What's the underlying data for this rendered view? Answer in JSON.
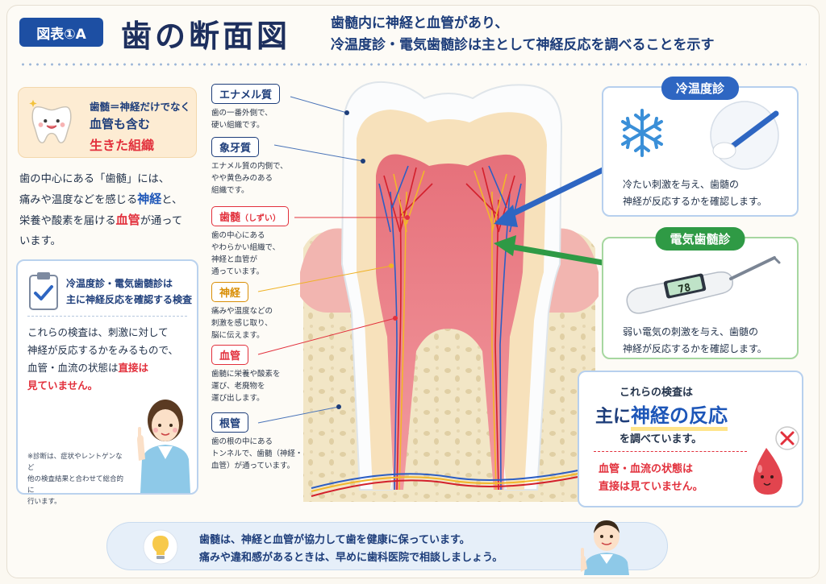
{
  "header": {
    "badge": "図表①A",
    "title": "歯の断面図",
    "subtitle_l1": "歯髄内に神経と血管があり、",
    "subtitle_l2": "冷温度診・電気歯髄診は主として神経反応を調べることを示す"
  },
  "peach_card": {
    "line1": "歯髄＝神経だけでなく",
    "line2": "血管も含む",
    "line3": "生きた組織"
  },
  "intro": {
    "p1": "歯の中心にある「歯髄」には、",
    "p2a": "痛みや温度などを感じる",
    "p2b": "神経",
    "p2c": "と、",
    "p3a": "栄養や酸素を届ける",
    "p3b": "血管",
    "p3c": "が通って",
    "p4": "います。"
  },
  "check_card": {
    "heading_l1": "冷温度診・電気歯髄診は",
    "heading_l2": "主に神経反応を確認する検査",
    "body_l1": "これらの検査は、刺激に対して",
    "body_l2": "神経が反応するかをみるもので、",
    "body_l3a": "血管・血流の状態は",
    "body_l3b": "直接は",
    "body_l4": "見ていません。",
    "note_l1": "※診断は、症状やレントゲンなど",
    "note_l2": "他の検査結果と合わせて総合的に",
    "note_l3": "行います。"
  },
  "labels": [
    {
      "tag": "エナメル質",
      "desc_l1": "歯の一番外側で、",
      "desc_l2": "硬い組織です。",
      "desc_l3": "",
      "desc_l4": ""
    },
    {
      "tag": "象牙質",
      "desc_l1": "エナメル質の内側で、",
      "desc_l2": "やや黄色みのある",
      "desc_l3": "組織です。",
      "desc_l4": ""
    },
    {
      "tag": "歯髄",
      "tag_small": "（しずい）",
      "desc_l1": "歯の中心にある",
      "desc_l2": "やわらかい組織で、",
      "desc_l3": "神経と血管が",
      "desc_l4": "通っています。"
    },
    {
      "tag": "神経",
      "desc_l1": "痛みや温度などの",
      "desc_l2": "刺激を感じ取り、",
      "desc_l3": "脳に伝えます。",
      "desc_l4": ""
    },
    {
      "tag": "血管",
      "desc_l1": "歯髄に栄養や酸素を",
      "desc_l2": "運び、老廃物を",
      "desc_l3": "運び出します。",
      "desc_l4": ""
    },
    {
      "tag": "根管",
      "desc_l1": "歯の根の中にある",
      "desc_l2": "トンネルで、歯髄（神経・",
      "desc_l3": "血管）が通っています。",
      "desc_l4": ""
    }
  ],
  "cold_card": {
    "title": "冷温度診",
    "text_l1": "冷たい刺激を与え、歯髄の",
    "text_l2": "神経が反応するかを確認します。"
  },
  "elec_card": {
    "title": "電気歯髄診",
    "display": "78",
    "text_l1": "弱い電気の刺激を与え、歯髄の",
    "text_l2": "神経が反応するかを確認します。"
  },
  "main_card": {
    "a": "これらの検査は",
    "b_pre": "主に",
    "b_big": "神経の反応",
    "c": "を調べています。",
    "d_l1": "血管・血流の状態は",
    "d_l2": "直接は見ていません。"
  },
  "footer": {
    "l1": "歯髄は、神経と血管が協力して歯を健康に保っています。",
    "l2": "痛みや違和感があるときは、早めに歯科医院で相談しましょう。"
  },
  "colors": {
    "navy": "#1d3d7a",
    "blue": "#1d56b8",
    "red": "#e2303c",
    "yellow": "#efb225",
    "green": "#2f9a45"
  }
}
